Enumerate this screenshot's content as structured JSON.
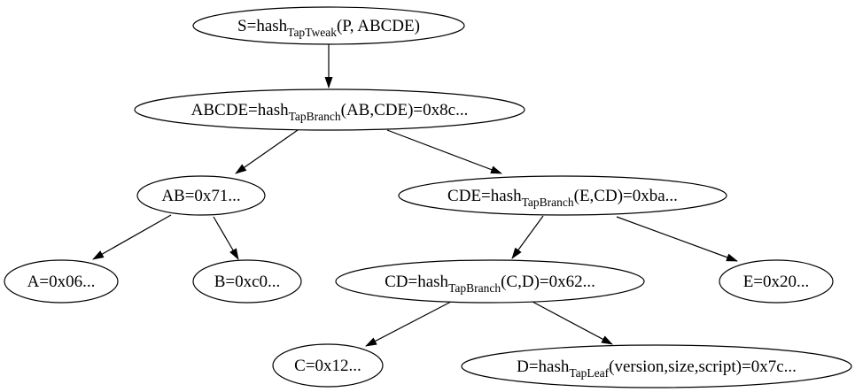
{
  "diagram": {
    "type": "graphviz-digraph",
    "title": "Taproot script tree hash diagram",
    "colors": {
      "background": "#ffffff",
      "node_fill": "#ffffff",
      "node_stroke": "#000000",
      "edge": "#000000",
      "text": "#000000"
    },
    "nodes": {
      "S": {
        "pre": "S=hash",
        "sub": "TapTweak",
        "post": "(P, ABCDE)"
      },
      "ABCDE": {
        "pre": "ABCDE=hash",
        "sub": "TapBranch",
        "post": "(AB,CDE)=0x8c..."
      },
      "AB": {
        "pre": "AB=0x71...",
        "sub": "",
        "post": ""
      },
      "CDE": {
        "pre": "CDE=hash",
        "sub": "TapBranch",
        "post": "(E,CD)=0xba..."
      },
      "A": {
        "pre": "A=0x06...",
        "sub": "",
        "post": ""
      },
      "B": {
        "pre": "B=0xc0...",
        "sub": "",
        "post": ""
      },
      "CD": {
        "pre": "CD=hash",
        "sub": "TapBranch",
        "post": "(C,D)=0x62..."
      },
      "E": {
        "pre": "E=0x20...",
        "sub": "",
        "post": ""
      },
      "C": {
        "pre": "C=0x12...",
        "sub": "",
        "post": ""
      },
      "D": {
        "pre": "D=hash",
        "sub": "TapLeaf",
        "post": "(version,size,script)=0x7c..."
      }
    },
    "edges": [
      {
        "from": "S",
        "to": "ABCDE"
      },
      {
        "from": "ABCDE",
        "to": "AB"
      },
      {
        "from": "ABCDE",
        "to": "CDE"
      },
      {
        "from": "AB",
        "to": "A"
      },
      {
        "from": "AB",
        "to": "B"
      },
      {
        "from": "CDE",
        "to": "CD"
      },
      {
        "from": "CDE",
        "to": "E"
      },
      {
        "from": "CD",
        "to": "C"
      },
      {
        "from": "CD",
        "to": "D"
      }
    ]
  }
}
